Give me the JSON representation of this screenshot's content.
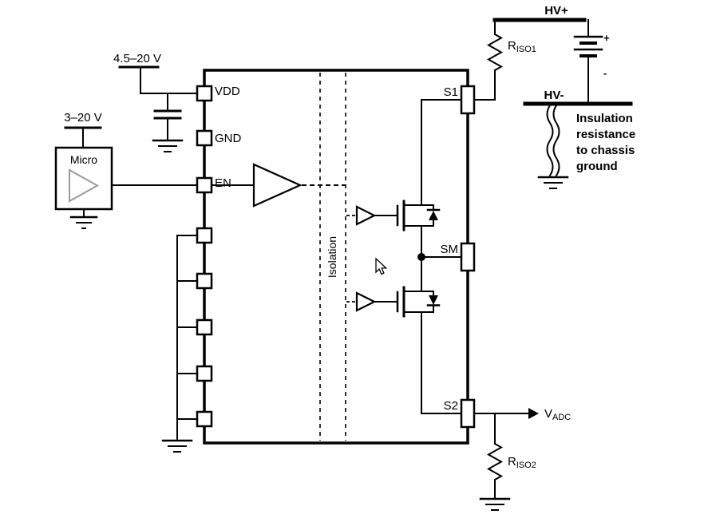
{
  "colors": {
    "line": "#000000",
    "background": "#ffffff",
    "micro_triangle": "#9a9a9a"
  },
  "supplies": {
    "vdd_range": "4.5–20 V",
    "micro_range": "3–20 V"
  },
  "micro": {
    "label": "Micro"
  },
  "ic": {
    "pins_left": {
      "vdd": "VDD",
      "gnd": "GND",
      "en": "EN"
    },
    "pins_right": {
      "s1": "S1",
      "sm": "SM",
      "s2": "S2"
    },
    "isolation": "Isolation"
  },
  "hv": {
    "plus": "HV+",
    "minus": "HV-",
    "battery_plus": "+",
    "battery_minus": "-"
  },
  "resistors": {
    "riso1": {
      "symbol": "R",
      "sub": "ISO1"
    },
    "riso2": {
      "symbol": "R",
      "sub": "ISO2"
    }
  },
  "output": {
    "vadc": {
      "symbol": "V",
      "sub": "ADC"
    }
  },
  "note": {
    "line1": "Insulation",
    "line2": "resistance",
    "line3": "to chassis",
    "line4": "ground"
  }
}
